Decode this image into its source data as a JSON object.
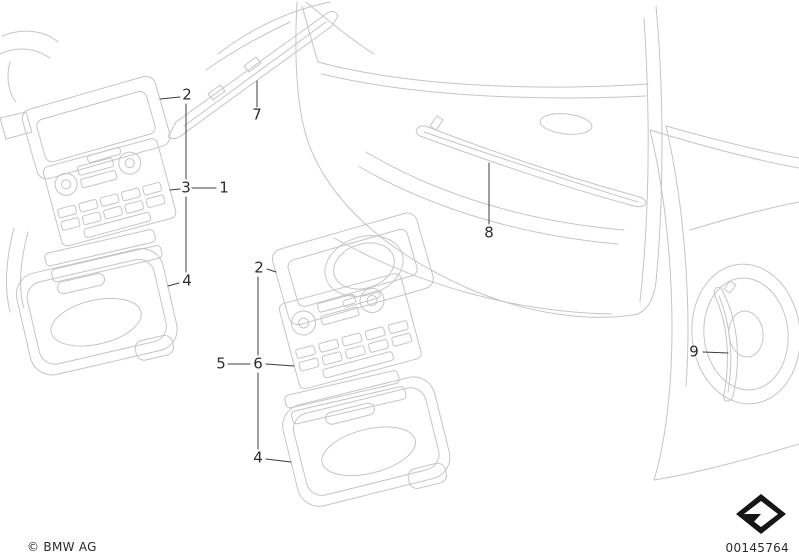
{
  "colors": {
    "background": "#ffffff",
    "sketch_line": "#c5c5c5",
    "callout_line": "#3c3c3c",
    "callout_text": "#2d2d2d",
    "logo": "#161616"
  },
  "callouts": {
    "c1": {
      "label": "1"
    },
    "c2a": {
      "label": "2"
    },
    "c2b": {
      "label": "2"
    },
    "c3": {
      "label": "3"
    },
    "c4a": {
      "label": "4"
    },
    "c4b": {
      "label": "4"
    },
    "c5": {
      "label": "5"
    },
    "c6": {
      "label": "6"
    },
    "c7": {
      "label": "7"
    },
    "c8": {
      "label": "8"
    },
    "c9": {
      "label": "9"
    }
  },
  "footer": {
    "copyright": "© BMW AG",
    "doc_number": "00145764"
  }
}
